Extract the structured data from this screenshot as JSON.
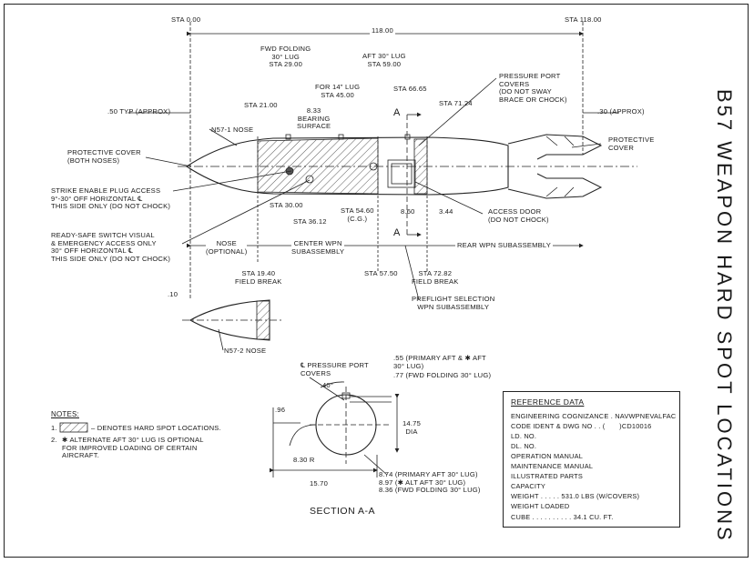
{
  "title": "B57 WEAPON HARD SPOT LOCATIONS",
  "stations": {
    "sta0": "STA 0.00",
    "sta118": "STA 118.00",
    "overall": "118.00",
    "fwd_lug": "FWD FOLDING\n30° LUG\nSTA 29.00",
    "aft_lug": "AFT 30° LUG\nSTA 59.00",
    "lug14": "FOR 14\" LUG\nSTA 45.00",
    "bearing": "8.33\nBEARING\nSURFACE",
    "sta2100": "STA 21.00",
    "sta6665": "STA 66.65",
    "sta7124": "STA 71.24",
    "sta3000": "STA 30.00",
    "sta3612": "STA 36.12",
    "sta5460": "STA 54.60\n(C.G.)",
    "dim860": "8.60",
    "dim344": "3.44",
    "sta1940": "STA 19.40\nFIELD BREAK",
    "sta5750": "STA 57.50",
    "sta7282": "STA 72.82\nFIELD BREAK"
  },
  "callouts": {
    "typ50": ".50 TYP (APPROX)",
    "approx30": ".30 (APPROX)",
    "n571": "N57-1 NOSE",
    "protective_left": "PROTECTIVE COVER\n(BOTH NOSES)",
    "strike": "STRIKE ENABLE PLUG ACCESS\n9°-30° OFF HORIZONTAL ℄\nTHIS SIDE ONLY (DO NOT CHOCK)",
    "readysafe": "READY-SAFE SWITCH VISUAL\n& EMERGENCY ACCESS ONLY\n30° OFF HORIZONTAL ℄\nTHIS SIDE ONLY (DO NOT CHOCK)",
    "pressure_port": "PRESSURE PORT\nCOVERS\n(DO NOT SWAY\nBRACE OR CHOCK)",
    "protective_right": "PROTECTIVE\nCOVER",
    "access_door": "ACCESS DOOR\n(DO NOT CHOCK)",
    "section_mark_a": "A",
    "nose": "NOSE\n(OPTIONAL)",
    "center": "CENTER WPN\nSUBASSEMBLY",
    "rear": "REAR WPN SUBASSEMBLY",
    "preflight": "PREFLIGHT SELECTION\nWPN SUBASSEMBLY",
    "dim10": ".10",
    "n572": "N57-2 NOSE"
  },
  "section": {
    "pressure_covers": "℄ PRESSURE PORT\nCOVERS",
    "angle40": "40°",
    "lug55": ".55 (PRIMARY AFT & ✱ AFT\n30° LUG)",
    "lug77": ".77 (FWD FOLDING 30° LUG)",
    "dim96": ".96",
    "dia": "14.75\nDIA",
    "r830": "8.30 R",
    "dim1570": "15.70",
    "lugs_bottom": "8.74 (PRIMARY AFT 30° LUG)\n8.97 (✱ ALT AFT 30° LUG)\n8.36 (FWD FOLDING 30° LUG)",
    "title": "SECTION A-A"
  },
  "notes": {
    "heading": "NOTES:",
    "n1_num": "1.",
    "n1": "– DENOTES HARD SPOT LOCATIONS.",
    "n2_num": "2.",
    "n2": "✱ ALTERNATE AFT 30° LUG IS OPTIONAL\nFOR IMPROVED LOADING OF CERTAIN\nAIRCRAFT."
  },
  "reference": {
    "heading": "REFERENCE DATA",
    "rows": [
      "ENGINEERING COGNIZANCE . NAVWPNEVALFAC",
      "CODE IDENT & DWG NO . . (       )CD10016",
      "LD. NO.",
      "DL. NO.",
      "OPERATION MANUAL",
      "MAINTENANCE MANUAL",
      "ILLUSTRATED PARTS",
      "CAPACITY",
      "WEIGHT . . . . . 531.0 LBS (W/COVERS)",
      "WEIGHT LOADED",
      "CUBE . . . . . . . . . . 34.1 CU. FT."
    ]
  }
}
